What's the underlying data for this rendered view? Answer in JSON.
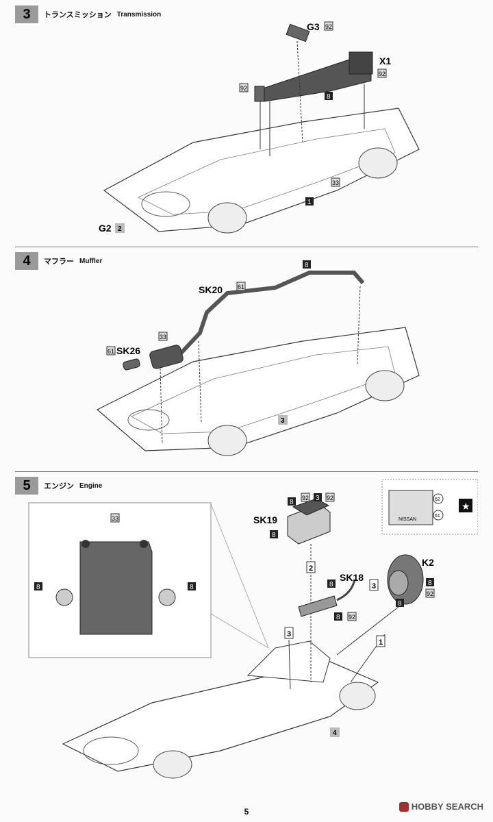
{
  "steps": [
    {
      "number": "3",
      "title_jp": "トランスミッション",
      "title_en": "Transmission",
      "labels": {
        "g3": "G3",
        "g3_num": "92",
        "x1": "X1",
        "x1_num": "92",
        "p92": "92",
        "p8": "8",
        "p33": "33",
        "p1": "1",
        "g2": "G2",
        "g2_num": "2"
      }
    },
    {
      "number": "4",
      "title_jp": "マフラー",
      "title_en": "Muffler",
      "labels": {
        "p8": "8",
        "p61": "61",
        "sk20": "SK20",
        "p33": "33",
        "sk26_num": "61",
        "sk26": "SK26",
        "ref3": "3"
      }
    },
    {
      "number": "5",
      "title_jp": "エンジン",
      "title_en": "Engine",
      "labels": {
        "p33": "33",
        "p8l": "8",
        "p8r": "8",
        "sk19": "SK19",
        "sk19_8a": "8",
        "sk19_92a": "92",
        "sk19_3": "3",
        "sk19_92b": "92",
        "sk19_8b": "8",
        "ref2": "2",
        "sk18": "SK18",
        "sk18_8": "8",
        "ref3a": "3",
        "sk18_8b": "8",
        "sk18_92": "92",
        "k2": "K2",
        "k2_8a": "8",
        "k2_92": "92",
        "k2_8b": "8",
        "ref1": "1",
        "ref3b": "3",
        "ref4": "4",
        "detail_62": "62",
        "detail_61": "61",
        "detail_brand": "NISSAN"
      }
    }
  ],
  "page_number": "5",
  "watermark": "HOBBY SEARCH"
}
